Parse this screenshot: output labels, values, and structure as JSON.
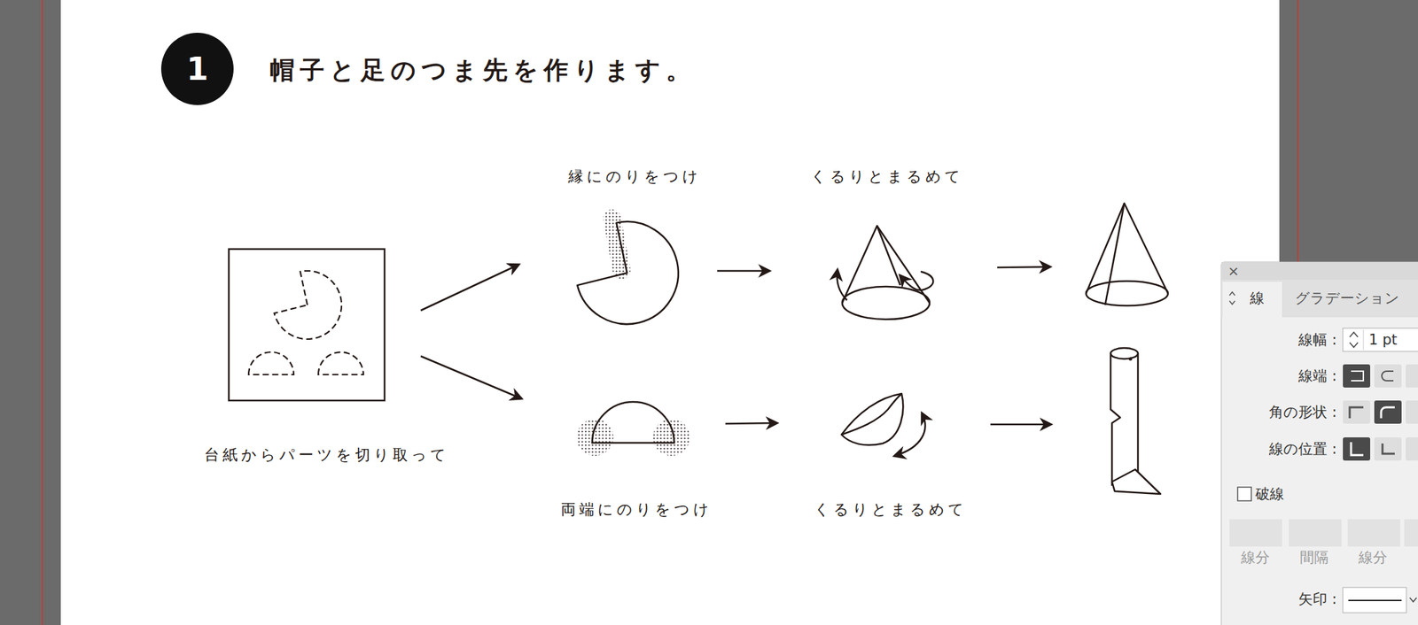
{
  "diagram": {
    "title": "帽子と足のつま先を作ります。",
    "nodes": [
      {
        "text": [
          "1"
        ]
      },
      {
        "text": [
          "×",
          "線",
          "グラデーション",
          "線幅 :",
          "1 pt",
          "線端 :",
          "角の形状 :",
          "線の位置 :",
          "破線",
          "線分",
          "間隔",
          "線分",
          "矢印 :"
        ]
      }
    ],
    "labels": [
      "台紙からパーツを切り取って",
      "縁にのりをつけ",
      "くるりとまるめて",
      "両端にのりをつけ",
      "くるりとまるめて"
    ]
  }
}
